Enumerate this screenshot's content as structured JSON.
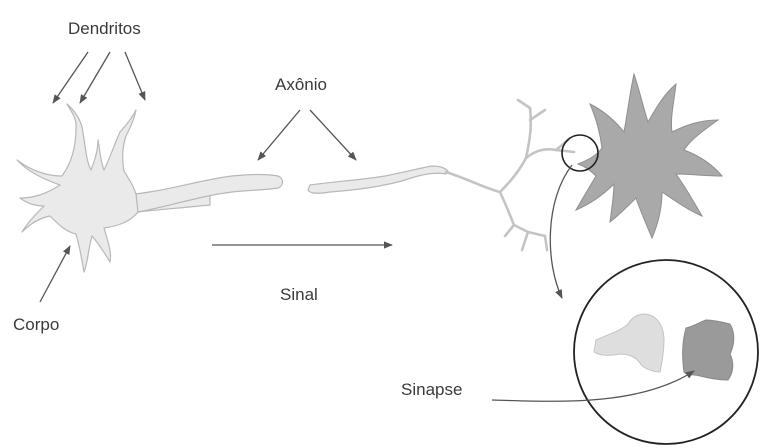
{
  "diagram": {
    "labels": {
      "dendrites": "Dendritos",
      "axon": "Axônio",
      "cell_body": "Corpo",
      "signal": "Sinal",
      "synapse": "Sinapse"
    },
    "colors": {
      "neuron_fill": "#eaeaea",
      "neuron_stroke": "#b8b8b8",
      "target_cell_fill": "#a9a9a9",
      "presynaptic_terminal_fill": "#dedede",
      "postsynaptic_terminal_fill": "#9a9a9a",
      "line": "#555555",
      "text": "#3a3a3a",
      "background": "#ffffff"
    }
  }
}
